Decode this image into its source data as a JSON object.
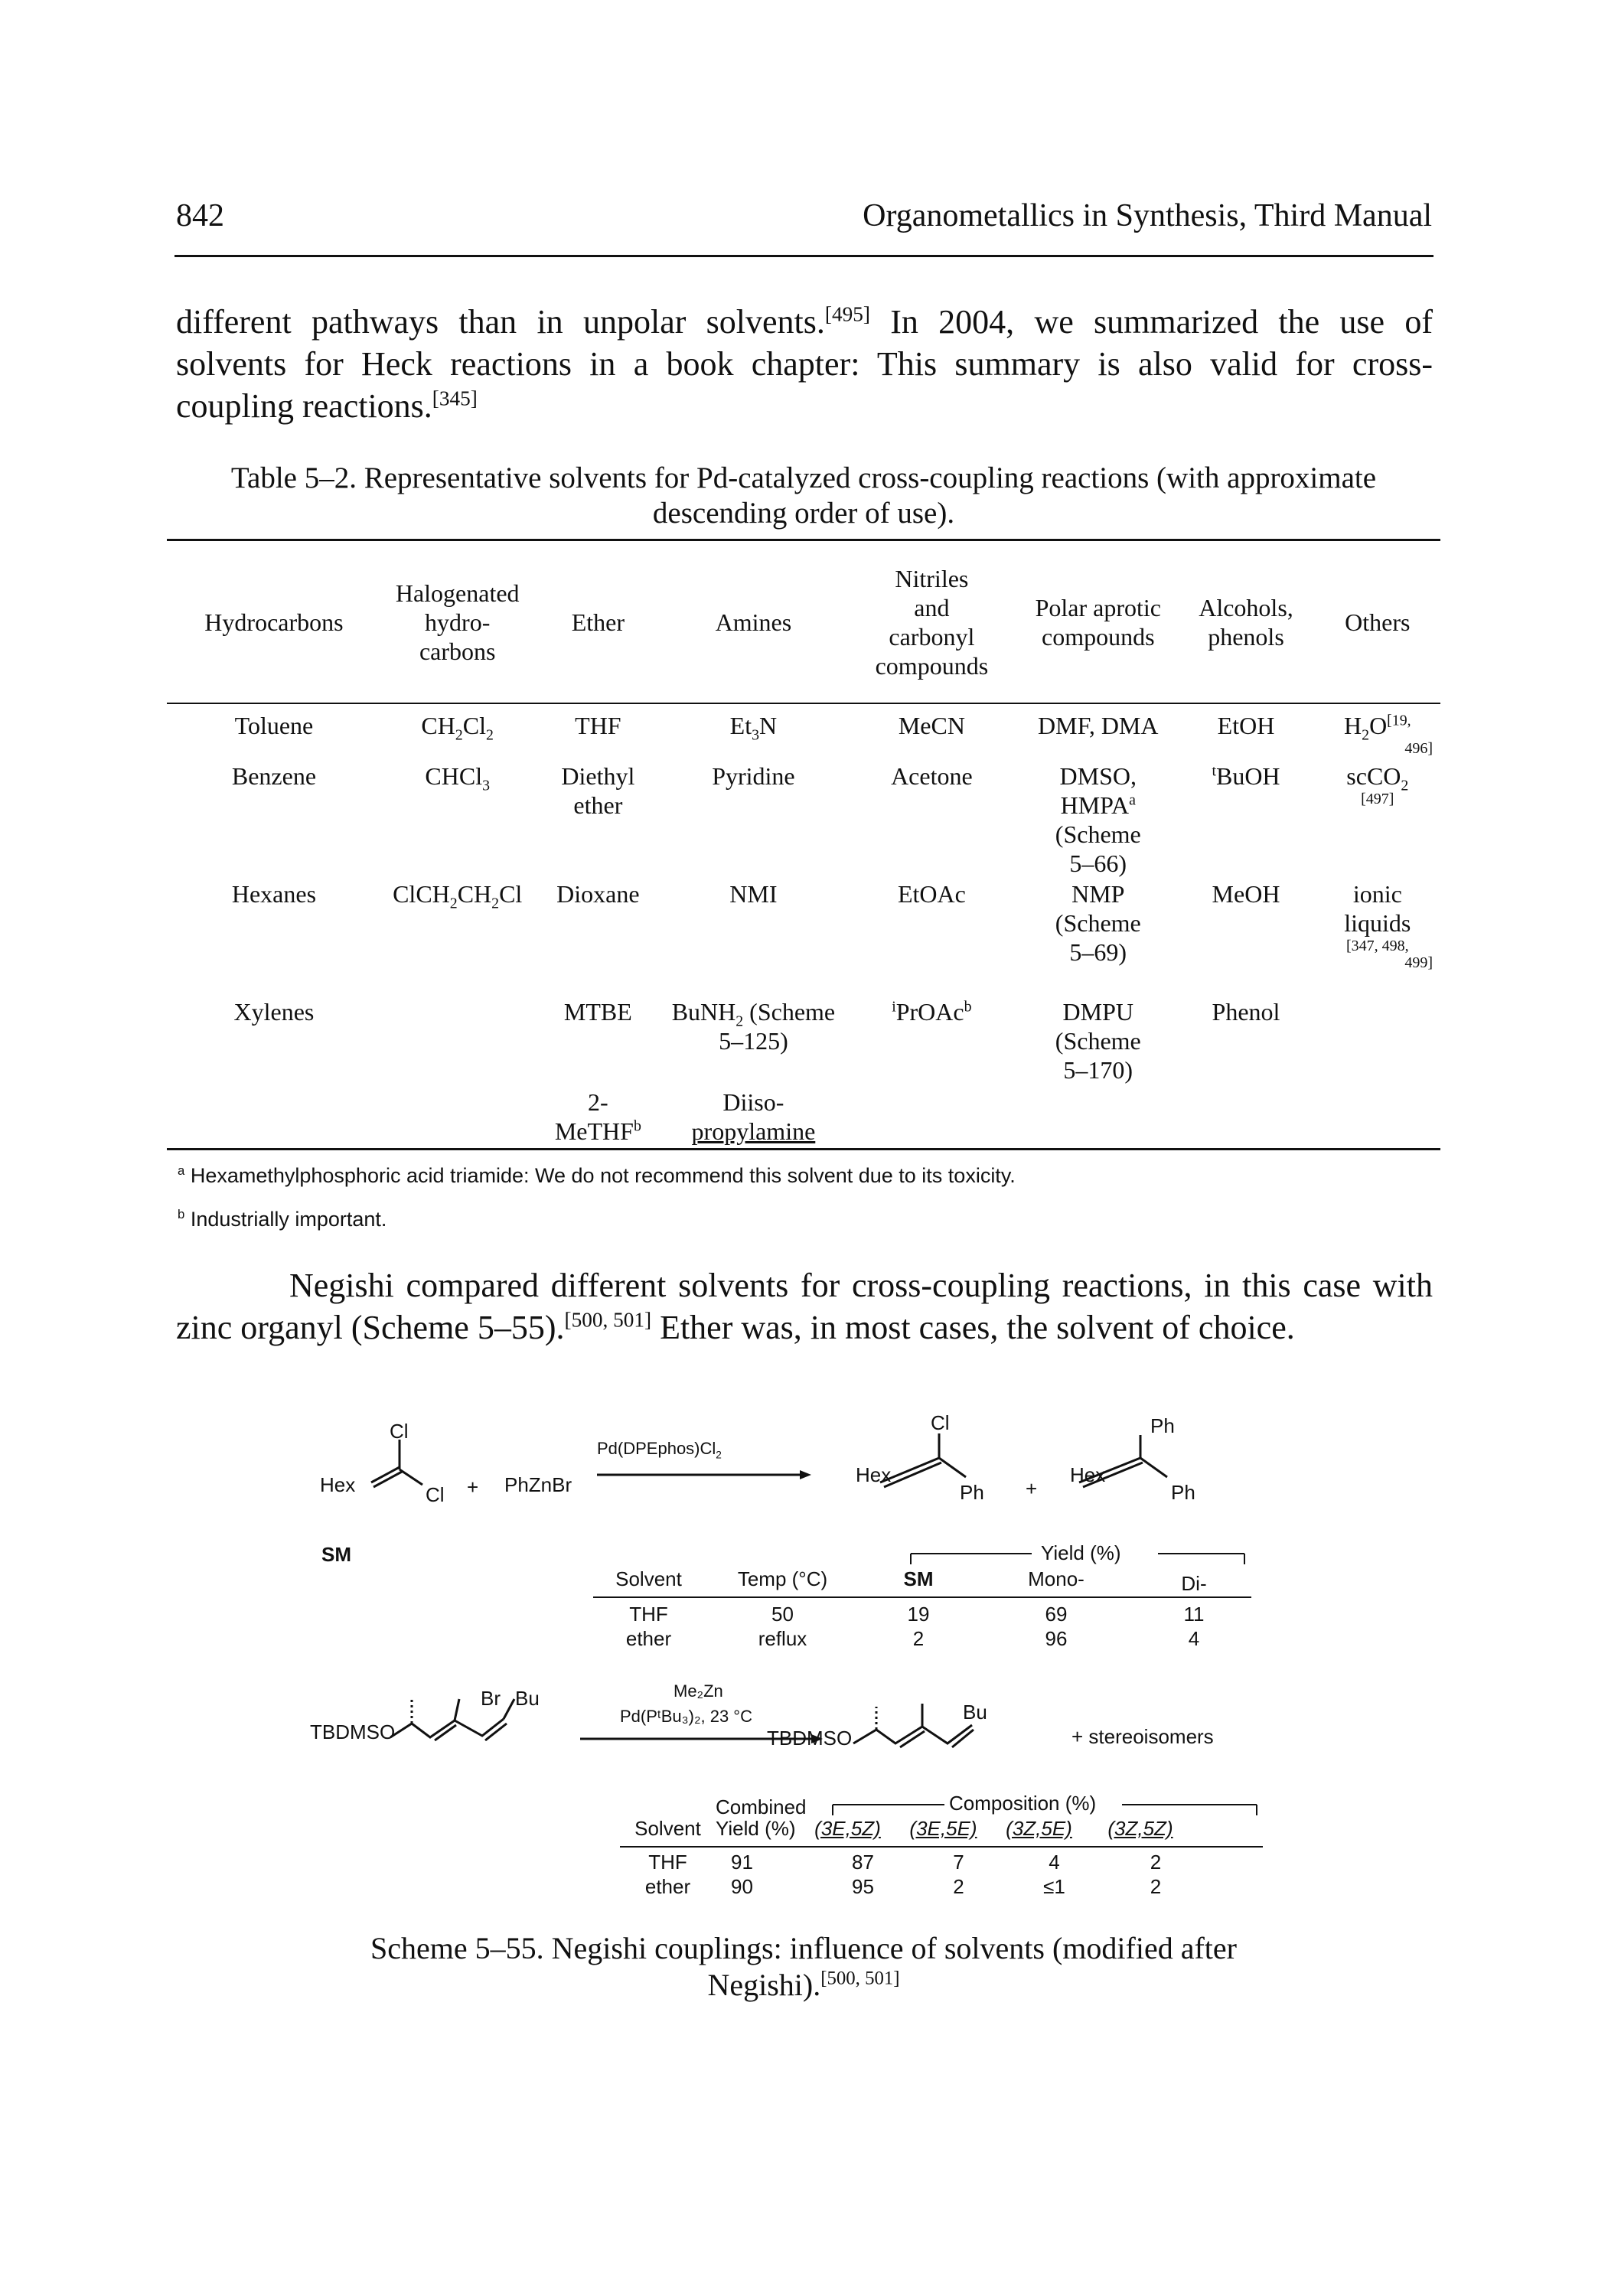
{
  "header": {
    "page_number": "842",
    "running_title": "Organometallics in Synthesis, Third Manual"
  },
  "intro": {
    "line1_a": "different pathways than in unpolar solvents.",
    "line1_ref": "[495]",
    "line1_b": " In 2004, we summarized the use of",
    "line2": "solvents for Heck reactions in a book chapter: This summary is also valid for cross-",
    "line3": "coupling reactions.",
    "line3_ref": "[345]"
  },
  "table": {
    "caption_line1": "Table 5–2. Representative solvents for Pd-catalyzed cross-coupling reactions (with approximate",
    "caption_line2": "descending order of use).",
    "headers": {
      "hydrocarbons": "Hydrocarbons",
      "halogenated": "Halogenated hydro- carbons",
      "ether": "Ether",
      "amines": "Amines",
      "nitriles": "Nitriles and carbonyl compounds",
      "polar": "Polar aprotic compounds",
      "alcohols": "Alcohols, phenols",
      "others": "Others"
    },
    "r1": {
      "c1": "Toluene",
      "c2a": "CH",
      "c2b": "2",
      "c2c": "Cl",
      "c2d": "2",
      "c3": "THF",
      "c4a": "Et",
      "c4b": "3",
      "c4c": "N",
      "c5": "MeCN",
      "c6": "DMF, DMA",
      "c7": "EtOH",
      "c8a": "H",
      "c8b": "2",
      "c8c": "O",
      "c8ref": "[19,",
      "c8ref2": "496]"
    },
    "r2": {
      "c1": "Benzene",
      "c2a": "CHCl",
      "c2b": "3",
      "c3": "Diethyl ether",
      "c4": "Pyridine",
      "c5": "Acetone",
      "c6a": "DMSO,",
      "c6b": "HMPA",
      "c6bsup": "a",
      "c6c": "(Scheme",
      "c6d": "5–66)",
      "c7sup": "t",
      "c7": "BuOH",
      "c8a": "scCO",
      "c8b": "2",
      "c8ref": "[497]"
    },
    "r3": {
      "c1": "Hexanes",
      "c2a": "ClCH",
      "c2b": "2",
      "c2c": "CH",
      "c2d": "2",
      "c2e": "Cl",
      "c3": "Dioxane",
      "c4": "NMI",
      "c5": "EtOAc",
      "c6a": "NMP",
      "c6b": "(Scheme",
      "c6c": "5–69)",
      "c7": "MeOH",
      "c8a": "ionic",
      "c8b": "liquids",
      "c8ref": "[347, 498,",
      "c8ref2": "499]"
    },
    "r4": {
      "c1": "Xylenes",
      "c3": "MTBE",
      "c4a": "BuNH",
      "c4b": "2",
      "c4c": " (Scheme",
      "c4d": "5–125)",
      "c5sup": "i",
      "c5": "PrOAc",
      "c5sup2": "b",
      "c6a": "DMPU",
      "c6b": "(Scheme",
      "c6c": "5–170)",
      "c7": "Phenol"
    },
    "r5": {
      "c3a": "2-",
      "c3b": "MeTHF",
      "c3sup": "b",
      "c4a": "Diiso-",
      "c4b": "propylamine"
    },
    "footnote_a_mark": "a",
    "footnote_a": " Hexamethylphosphoric acid triamide: We do not recommend this solvent due to its toxicity.",
    "footnote_b_mark": "b",
    "footnote_b": " Industrially important."
  },
  "negishi": {
    "line1": "Negishi compared different solvents for cross-coupling reactions, in this case with",
    "line2_a": "zinc organyl (Scheme 5–55).",
    "line2_ref": "[500, 501]",
    "line2_b": " Ether was, in most cases, the solvent of choice."
  },
  "scheme": {
    "r1": {
      "hex": "Hex",
      "cl": "Cl",
      "plus": "+",
      "reagent": "PhZnBr",
      "catalyst": "Pd(DPEphos)Cl",
      "catalyst_sub": "2",
      "ph": "Ph",
      "sm_label": "SM"
    },
    "t1": {
      "yield_header": "Yield (%)",
      "cols": [
        "Solvent",
        "Temp (°C)",
        "SM",
        "Mono-",
        "Di-"
      ],
      "rows": [
        [
          "THF",
          "50",
          "19",
          "69",
          "11"
        ],
        [
          "ether",
          "reflux",
          "2",
          "96",
          "4"
        ]
      ]
    },
    "r2": {
      "tbdmso": "TBDMSO",
      "br": "Br",
      "bu": "Bu",
      "reagent": "Me₂Zn",
      "catalyst": "Pd(PᵗBu₃)₂, 23 °C",
      "product_suffix": "+ stereoisomers"
    },
    "t2": {
      "combined_header": "Combined",
      "comp_header": "Composition (%)",
      "cols": [
        "Solvent",
        "Yield (%)",
        "(3E,5Z)",
        "(3E,5E)",
        "(3Z,5E)",
        "(3Z,5Z)"
      ],
      "rows": [
        [
          "THF",
          "91",
          "87",
          "7",
          "4",
          "2"
        ],
        [
          "ether",
          "90",
          "95",
          "2",
          "≤1",
          "2"
        ]
      ]
    },
    "caption_line1": "Scheme 5–55. Negishi couplings: influence of solvents (modified after",
    "caption_line2": "Negishi).",
    "caption_ref": "[500, 501]"
  }
}
